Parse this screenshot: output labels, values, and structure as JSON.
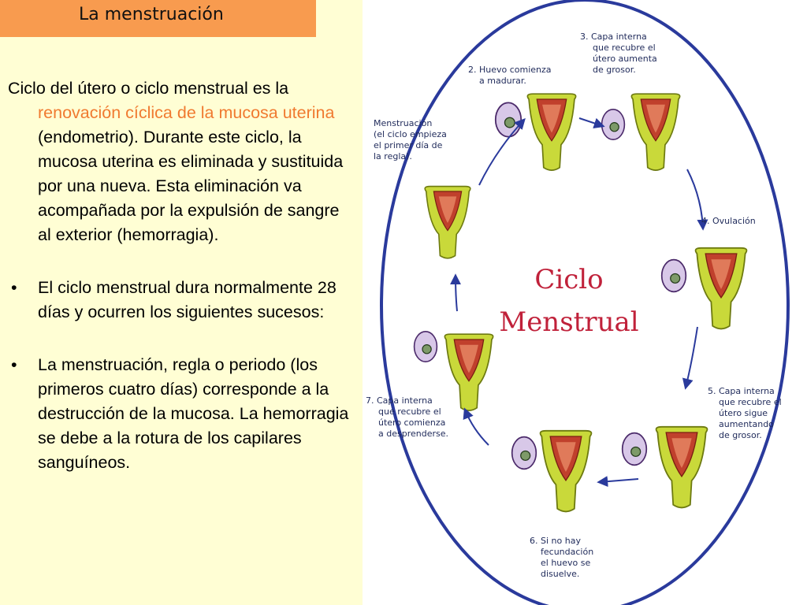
{
  "title": "La menstruación",
  "paragraphs": {
    "intro_start": "Ciclo del útero o ciclo menstrual es la ",
    "intro_highlight": "renovación cíclica de la mucosa uterina",
    "intro_end": " (endometrio). Durante este ciclo, la mucosa uterina es eliminada y sustituida por una nueva. Esta eliminación va acompañada por la expulsión de sangre al exterior (hemorragia).",
    "bullet_char": "•",
    "bullet_1": "El ciclo menstrual dura normalmente 28 días y ocurren los siguientes sucesos:",
    "bullet_2": "La menstruación, regla o periodo (los primeros cuatro días) corresponde a la destrucción de la mucosa. La hemorragia se debe a la rotura de los capilares sanguíneos."
  },
  "diagram": {
    "center_line1": "Ciclo",
    "center_line2": "Menstrual",
    "label_1": [
      "Menstruación",
      "(el ciclo empieza",
      "el primer día de",
      "la regla)."
    ],
    "label_2": [
      "2. Huevo comienza",
      "a madurar."
    ],
    "label_3": [
      "3. Capa interna",
      "que recubre el",
      "útero aumenta",
      "de grosor."
    ],
    "label_4": [
      "4. Ovulación"
    ],
    "label_5": [
      "5. Capa interna",
      "que recubre el",
      "útero sigue",
      "aumentando",
      "de grosor."
    ],
    "label_6": [
      "6. Si no hay",
      "fecundación",
      "el huevo se",
      "disuelve."
    ],
    "label_7": [
      "7. Capa interna",
      "que recubre el",
      "útero comienza",
      "a desprenderse."
    ]
  },
  "colors": {
    "title_bar": "#f89b4f",
    "highlight": "#f07a30",
    "background": "#fffed4",
    "ring": "#2a3a9c",
    "uterus": "#c9d93a",
    "lining": "#c0402c"
  }
}
